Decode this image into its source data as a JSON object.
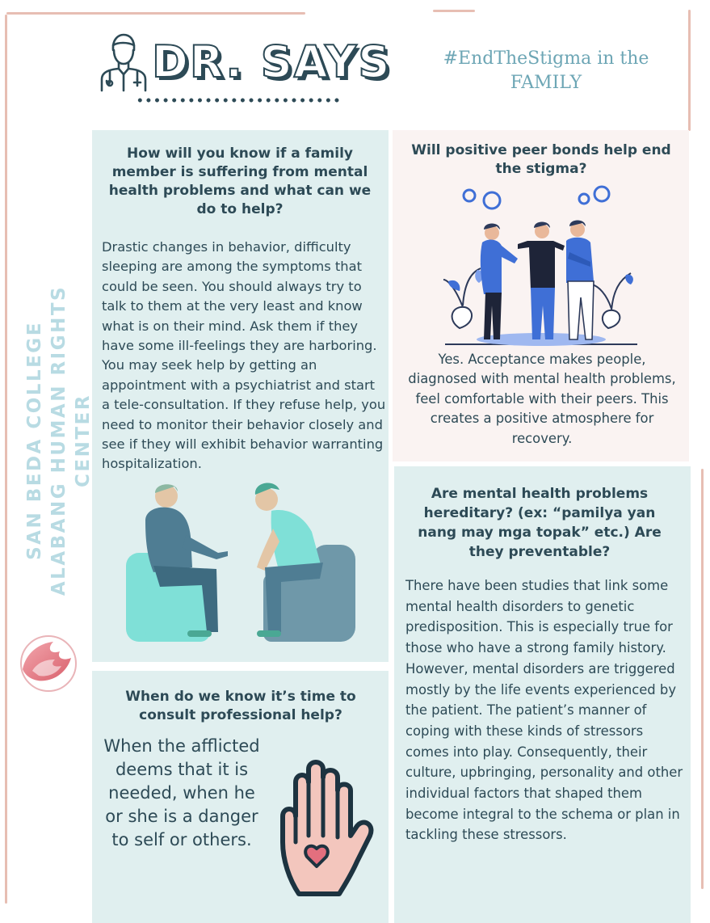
{
  "header": {
    "title": "DR. SAYS",
    "hashtag": "#EndTheStigma in the FAMILY"
  },
  "side": {
    "organization": "SAN BEDA COLLEGE ALABANG HUMAN RIGHTS CENTER"
  },
  "sections": [
    {
      "question": "How will you know if a family member is suffering from mental health problems and what can we do to help?",
      "answer": "Drastic changes in behavior, difficulty sleeping are among the symptoms that could be seen. You should always try to talk to them at the very least and know what is on their mind. Ask them if they have some ill-feelings they are harboring. You may seek help by getting an appointment with a psychiatrist and start a tele-consultation.  If they refuse help, you need to monitor their behavior closely and see if they will exhibit behavior warranting hospitalization."
    },
    {
      "question": "Will positive peer bonds help end the stigma?",
      "answer": "Yes. Acceptance makes people, diagnosed with mental health problems, feel comfortable with their peers. This creates a positive atmosphere for recovery."
    },
    {
      "question": "When do we know it’s time to consult professional help?",
      "answer": "When the afflicted deems that it is needed, when he or she is a danger to self or others."
    },
    {
      "question": "Are mental health problems hereditary? (ex: “pamilya yan nang may mga topak” etc.) Are they preventable?",
      "answer": "There have been studies that link some mental health disorders to genetic predisposition. This is especially true for those who have  a strong family history. However, mental disorders are triggered mostly by the life events experienced by the patient. The patient’s manner of coping with these kinds of stressors comes into play. Consequently, their culture, upbringing, personality and other individual factors that shaped them become integral to the schema or plan in tackling these stressors."
    }
  ],
  "icons": {
    "logo": "doctor-icon",
    "hand": "hand-heart-icon",
    "side_logo": "flame-logo"
  },
  "colors": {
    "dark": "#2d4a56",
    "teal_panel": "#e0efef",
    "pink_panel": "#faf3f2",
    "hashtag": "#6da6b5",
    "side_text": "#b8dbe3",
    "frame": "#e3b3a6"
  }
}
